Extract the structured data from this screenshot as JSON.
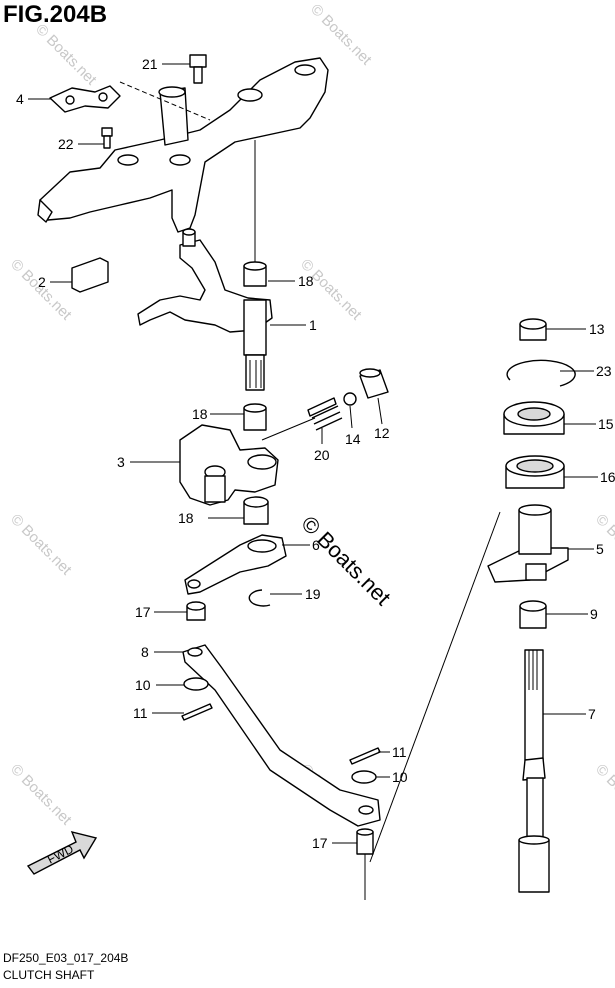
{
  "figure": {
    "title": "FIG.204B",
    "code": "DF250_E03_017_204B",
    "caption": "CLUTCH SHAFT",
    "watermark": "© Boats.net",
    "watermark_big": "© Boats.net",
    "fwd_label": "FWD"
  },
  "callouts": [
    {
      "id": "c21",
      "label": "21"
    },
    {
      "id": "c4",
      "label": "4"
    },
    {
      "id": "c22",
      "label": "22"
    },
    {
      "id": "c2",
      "label": "2"
    },
    {
      "id": "c18a",
      "label": "18"
    },
    {
      "id": "c1",
      "label": "1"
    },
    {
      "id": "c18b",
      "label": "18"
    },
    {
      "id": "c3",
      "label": "3"
    },
    {
      "id": "c20",
      "label": "20"
    },
    {
      "id": "c14",
      "label": "14"
    },
    {
      "id": "c12",
      "label": "12"
    },
    {
      "id": "c18c",
      "label": "18"
    },
    {
      "id": "c6",
      "label": "6"
    },
    {
      "id": "c19",
      "label": "19"
    },
    {
      "id": "c17a",
      "label": "17"
    },
    {
      "id": "c8",
      "label": "8"
    },
    {
      "id": "c10a",
      "label": "10"
    },
    {
      "id": "c11a",
      "label": "11"
    },
    {
      "id": "c11b",
      "label": "11"
    },
    {
      "id": "c10b",
      "label": "10"
    },
    {
      "id": "c17b",
      "label": "17"
    },
    {
      "id": "c13",
      "label": "13"
    },
    {
      "id": "c23",
      "label": "23"
    },
    {
      "id": "c15",
      "label": "15"
    },
    {
      "id": "c16",
      "label": "16"
    },
    {
      "id": "c5",
      "label": "5"
    },
    {
      "id": "c9",
      "label": "9"
    },
    {
      "id": "c7",
      "label": "7"
    }
  ]
}
